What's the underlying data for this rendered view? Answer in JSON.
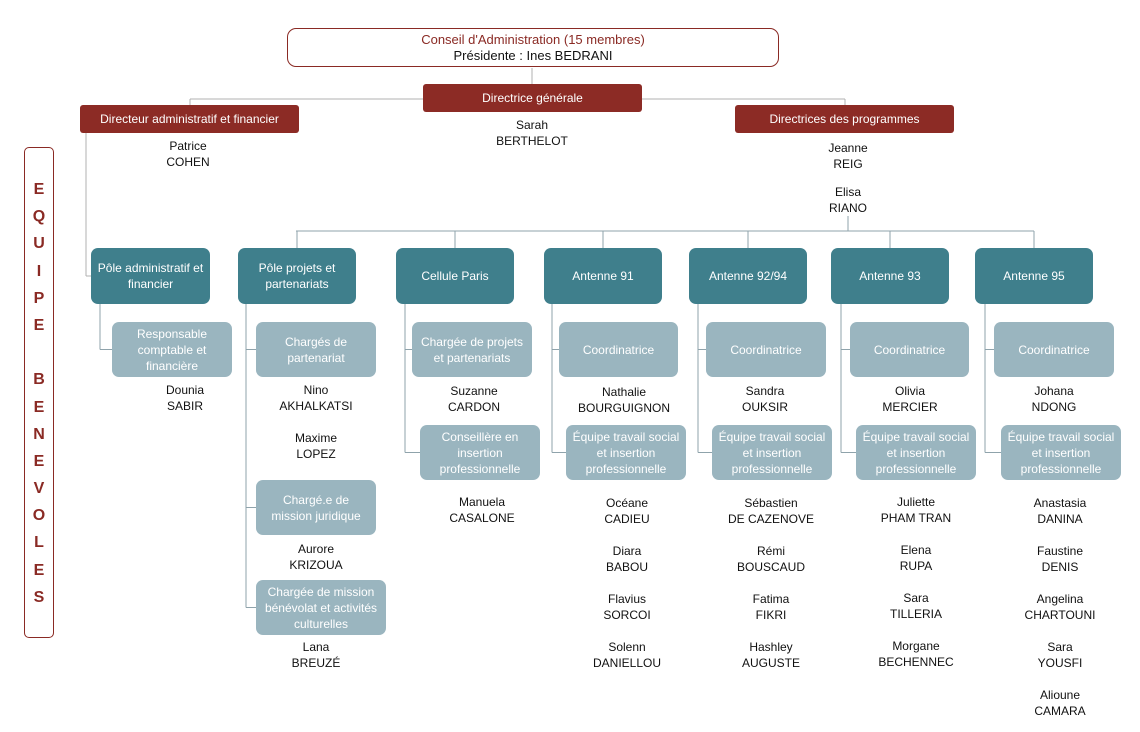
{
  "board": {
    "title": "Conseil d'Administration (15 membres)",
    "president": "Présidente : Ines BEDRANI"
  },
  "top": {
    "dg": {
      "title": "Directrice générale",
      "names": [
        [
          "Sarah",
          "BERTHELOT"
        ]
      ]
    },
    "daf": {
      "title": "Directeur administratif et financier",
      "names": [
        [
          "Patrice",
          "COHEN"
        ]
      ]
    },
    "dp": {
      "title": "Directrices des programmes",
      "names": [
        [
          "Jeanne",
          "REIG"
        ],
        [
          "Elisa",
          "RIANO"
        ]
      ]
    }
  },
  "volunteers": {
    "letters": [
      "E",
      "Q",
      "U",
      "I",
      "P",
      "E",
      "",
      "B",
      "E",
      "N",
      "E",
      "V",
      "O",
      "L",
      "E",
      "S"
    ]
  },
  "columns": [
    {
      "head": "Pôle administratif et financier",
      "roles": [
        {
          "title": "Responsable comptable et financière",
          "people": [
            [
              "Dounia",
              "SABIR"
            ]
          ]
        }
      ]
    },
    {
      "head": "Pôle projets et partenariats",
      "roles": [
        {
          "title": "Chargés de partenariat",
          "people": [
            [
              "Nino",
              "AKHALKATSI"
            ],
            [
              "Maxime",
              "LOPEZ"
            ]
          ]
        },
        {
          "title": "Chargé.e de mission juridique",
          "people": [
            [
              "Aurore",
              "KRIZOUA"
            ]
          ]
        },
        {
          "title": "Chargée de mission bénévolat et activités culturelles",
          "people": [
            [
              "Lana",
              "BREUZÉ"
            ]
          ]
        }
      ]
    },
    {
      "head": "Cellule Paris",
      "roles": [
        {
          "title": "Chargée de projets et partenariats",
          "people": [
            [
              "Suzanne",
              "CARDON"
            ]
          ]
        },
        {
          "title": "Conseillère en insertion professionnelle",
          "people": [
            [
              "Manuela",
              "CASALONE"
            ]
          ]
        }
      ]
    },
    {
      "head": "Antenne 91",
      "roles": [
        {
          "title": "Coordinatrice",
          "people": [
            [
              "Nathalie",
              "BOURGUIGNON"
            ]
          ]
        },
        {
          "title": "Équipe travail social et insertion professionnelle",
          "people": [
            [
              "Océane",
              "CADIEU"
            ],
            [
              "Diara",
              "BABOU"
            ],
            [
              "Flavius",
              "SORCOI"
            ],
            [
              "Solenn",
              "DANIELLOU"
            ]
          ]
        }
      ]
    },
    {
      "head": "Antenne 92/94",
      "roles": [
        {
          "title": "Coordinatrice",
          "people": [
            [
              "Sandra",
              "OUKSIR"
            ]
          ]
        },
        {
          "title": "Équipe travail social et insertion professionnelle",
          "people": [
            [
              "Sébastien",
              "DE CAZENOVE"
            ],
            [
              "Rémi",
              "BOUSCAUD"
            ],
            [
              "Fatima",
              "FIKRI"
            ],
            [
              "Hashley",
              "AUGUSTE"
            ]
          ]
        }
      ]
    },
    {
      "head": "Antenne 93",
      "roles": [
        {
          "title": "Coordinatrice",
          "people": [
            [
              "Olivia",
              "MERCIER"
            ]
          ]
        },
        {
          "title": "Équipe travail social et insertion professionnelle",
          "people": [
            [
              "Juliette",
              "PHAM TRAN"
            ],
            [
              "Elena",
              "RUPA"
            ],
            [
              "Sara",
              "TILLERIA"
            ],
            [
              "Morgane",
              "BECHENNEC"
            ]
          ]
        }
      ]
    },
    {
      "head": "Antenne 95",
      "roles": [
        {
          "title": "Coordinatrice",
          "people": [
            [
              "Johana",
              "NDONG"
            ]
          ]
        },
        {
          "title": "Équipe travail social et insertion professionnelle",
          "people": [
            [
              "Anastasia",
              "DANINA"
            ],
            [
              "Faustine",
              "DENIS"
            ],
            [
              "Angelina",
              "CHARTOUNI"
            ],
            [
              "Sara",
              "YOUSFI"
            ],
            [
              "Alioune",
              "CAMARA"
            ]
          ]
        }
      ]
    }
  ]
}
